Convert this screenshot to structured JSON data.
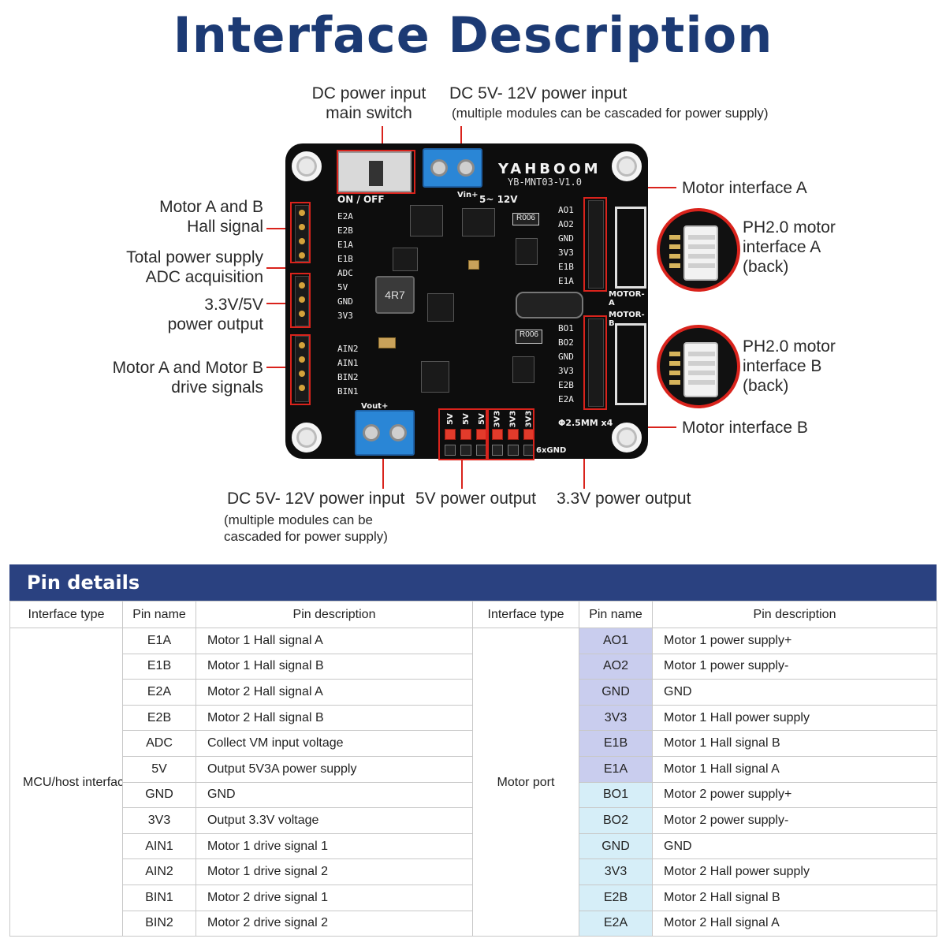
{
  "title": "Interface Description",
  "callouts": {
    "main_switch": [
      "DC power input",
      "main switch"
    ],
    "top_power": "DC 5V- 12V power input",
    "top_power_note": "(multiple modules can be cascaded for power supply)",
    "hall_signal": [
      "Motor A and B",
      "Hall signal"
    ],
    "adc": [
      "Total power supply",
      "ADC acquisition"
    ],
    "power_output": [
      "3.3V/5V",
      "power output"
    ],
    "drive_signals": [
      "Motor A and Motor B",
      "drive signals"
    ],
    "motor_a": "Motor interface A",
    "motor_b": "Motor interface B",
    "ph_a": [
      "PH2.0 motor",
      "interface A",
      "(back)"
    ],
    "ph_b": [
      "PH2.0 motor",
      "interface B",
      "(back)"
    ],
    "bottom_power": "DC 5V- 12V power input",
    "bottom_power_note": [
      "(multiple modules can be",
      "cascaded for power supply)"
    ],
    "out_5v": "5V power output",
    "out_3v3": "3.3V power output"
  },
  "board": {
    "brand": "YAHBOOM",
    "model": "YB-MNT03-V1.0",
    "switch_label": "ON / OFF",
    "vin_label": "Vin+",
    "voltage_label": "5~ 12V",
    "vout_label": "Vout+",
    "left_pins": [
      "E2A",
      "E2B",
      "E1A",
      "E1B",
      "ADC",
      "5V",
      "GND",
      "3V3"
    ],
    "drive_pins": [
      "AIN2",
      "AIN1",
      "BIN2",
      "BIN1"
    ],
    "motor_a_pins": [
      "AO1",
      "AO2",
      "GND",
      "3V3",
      "E1B",
      "E1A"
    ],
    "motor_b_pins": [
      "BO1",
      "BO2",
      "GND",
      "3V3",
      "E2B",
      "E2A"
    ],
    "motor_a_label": "MOTOR-A",
    "motor_b_label": "MOTOR-B",
    "out_5v_labels": [
      "5V",
      "5V",
      "5V"
    ],
    "out_3v3_labels": [
      "3V3",
      "3V3",
      "3V3"
    ],
    "gnd_label": "6xGND",
    "hole_label": "Φ2.5MM x4",
    "inductor_label": "4R7",
    "resistor_top": "R006",
    "resistor_mid": "R006"
  },
  "table": {
    "heading": "Pin details",
    "columns": [
      "Interface type",
      "Pin name",
      "Pin description",
      "Interface type",
      "Pin name",
      "Pin description"
    ],
    "left_group": "MCU/host interface",
    "right_group": "Motor port",
    "left_rows": [
      {
        "pin": "E1A",
        "desc": "Motor 1 Hall signal A"
      },
      {
        "pin": "E1B",
        "desc": "Motor 1 Hall signal B"
      },
      {
        "pin": "E2A",
        "desc": "Motor 2 Hall signal A"
      },
      {
        "pin": "E2B",
        "desc": "Motor 2 Hall signal B"
      },
      {
        "pin": "ADC",
        "desc": "Collect VM input voltage"
      },
      {
        "pin": "5V",
        "desc": "Output 5V3A power supply"
      },
      {
        "pin": "GND",
        "desc": "GND"
      },
      {
        "pin": "3V3",
        "desc": "Output 3.3V voltage"
      },
      {
        "pin": "AIN1",
        "desc": "Motor 1 drive signal 1"
      },
      {
        "pin": "AIN2",
        "desc": "Motor 1 drive signal 2"
      },
      {
        "pin": "BIN1",
        "desc": "Motor 2 drive signal 1"
      },
      {
        "pin": "BIN2",
        "desc": "Motor 2 drive signal 2"
      }
    ],
    "right_rows": [
      {
        "pin": "AO1",
        "desc": "Motor 1 power supply+"
      },
      {
        "pin": "AO2",
        "desc": "Motor 1 power supply-"
      },
      {
        "pin": "GND",
        "desc": "GND"
      },
      {
        "pin": "3V3",
        "desc": "Motor 1 Hall power supply"
      },
      {
        "pin": "E1B",
        "desc": "Motor 1 Hall signal B"
      },
      {
        "pin": "E1A",
        "desc": "Motor 1 Hall signal A"
      },
      {
        "pin": "BO1",
        "desc": "Motor 2 power supply+"
      },
      {
        "pin": "BO2",
        "desc": "Motor 2 power supply-"
      },
      {
        "pin": "GND",
        "desc": "GND"
      },
      {
        "pin": "3V3",
        "desc": "Motor 2 Hall power supply"
      },
      {
        "pin": "E2B",
        "desc": "Motor 2 Hall signal B"
      },
      {
        "pin": "E2A",
        "desc": "Motor 2 Hall signal A"
      }
    ]
  },
  "colors": {
    "title": "#1c3a74",
    "callout_line": "#d9231c",
    "table_header_bg": "#2a4180",
    "motor_a_cell": "#c9cdee",
    "motor_b_cell": "#d6eef8"
  }
}
